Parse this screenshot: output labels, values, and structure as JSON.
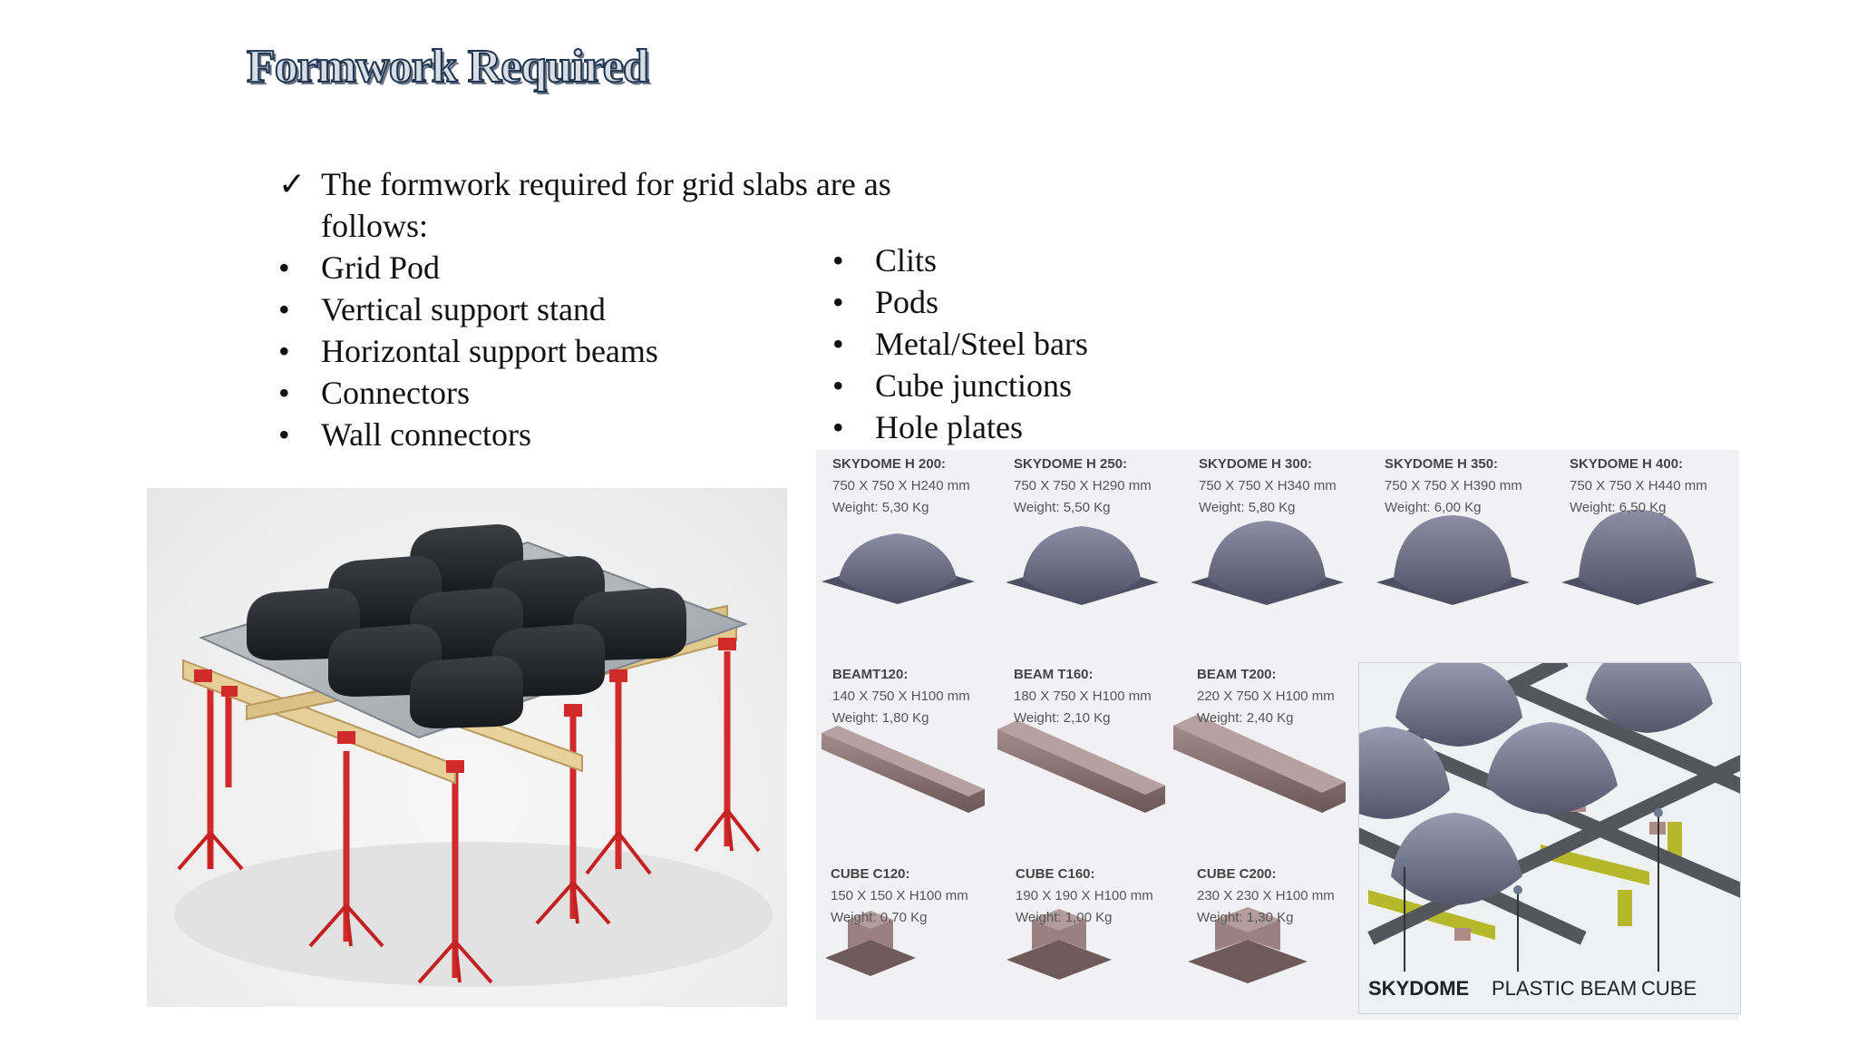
{
  "slide": {
    "title": "Formwork Required",
    "intro": "The formwork required for grid slabs are  as follows:",
    "check_mark": "✓",
    "bullet_mark": "•",
    "left_items": [
      "Grid Pod",
      "Vertical support stand",
      "Horizontal support beams",
      "Connectors",
      "Wall connectors"
    ],
    "right_items": [
      "Clits",
      "Pods",
      "Metal/Steel bars",
      "Cube junctions",
      "Hole plates"
    ]
  },
  "catalog": {
    "skydomes": [
      {
        "name": "SKYDOME H 200:",
        "dims": "750 X 750 X H240 mm",
        "weight": "Weight: 5,30 Kg"
      },
      {
        "name": "SKYDOME H 250:",
        "dims": "750 X 750 X H290 mm",
        "weight": "Weight: 5,50 Kg"
      },
      {
        "name": "SKYDOME H 300:",
        "dims": "750 X 750 X H340 mm",
        "weight": "Weight: 5,80 Kg"
      },
      {
        "name": "SKYDOME H 350:",
        "dims": "750 X 750 X H390 mm",
        "weight": "Weight: 6,00 Kg"
      },
      {
        "name": "SKYDOME H 400:",
        "dims": "750 X 750 X H440 mm",
        "weight": "Weight: 6,50 Kg"
      }
    ],
    "beams": [
      {
        "name": "BEAMT120:",
        "dims": "140 X 750 X H100 mm",
        "weight": "Weight: 1,80 Kg"
      },
      {
        "name": "BEAM T160:",
        "dims": "180 X 750 X H100 mm",
        "weight": "Weight: 2,10 Kg"
      },
      {
        "name": "BEAM T200:",
        "dims": "220 X 750 X H100 mm",
        "weight": "Weight: 2,40 Kg"
      }
    ],
    "cubes": [
      {
        "name": "CUBE C120:",
        "dims": "150 X 150 X H100 mm",
        "weight": "Weight: 0,70 Kg"
      },
      {
        "name": "CUBE C160:",
        "dims": "190 X 190 X H100 mm",
        "weight": "Weight: 1,00 Kg"
      },
      {
        "name": "CUBE C200:",
        "dims": "230 X 230 X H100 mm",
        "weight": "Weight: 1,30 Kg"
      }
    ],
    "detail_labels": {
      "skydome": "SKYDOME",
      "beam": "PLASTIC BEAM",
      "cube": "CUBE"
    }
  },
  "colors": {
    "pod": "#5f6076",
    "pod_light": "#8d8ea6",
    "beam": "#8a7474",
    "cube": "#8c7070",
    "prop": "#d02a2a",
    "timber": "#e6cf98",
    "pod_black": "#2a2c2f"
  }
}
